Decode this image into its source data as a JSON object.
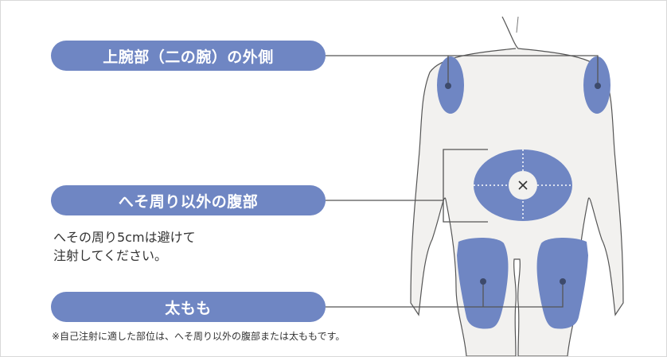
{
  "labels": {
    "upper_arm": "上腕部（二の腕）の外側",
    "abdomen": "へそ周り以外の腹部",
    "abdomen_note": "へその周り5cmは避けて\n注射してください。",
    "thigh": "太もも"
  },
  "footnote": "※自己注射に適した部位は、へそ周り以外の腹部または太ももです。",
  "colors": {
    "accent": "#6f86c3",
    "body_fill": "#f2f1ef",
    "outline": "#555555",
    "marker": "#3d4a6b"
  },
  "icons": {
    "navel_marker": "x-mark-icon"
  }
}
